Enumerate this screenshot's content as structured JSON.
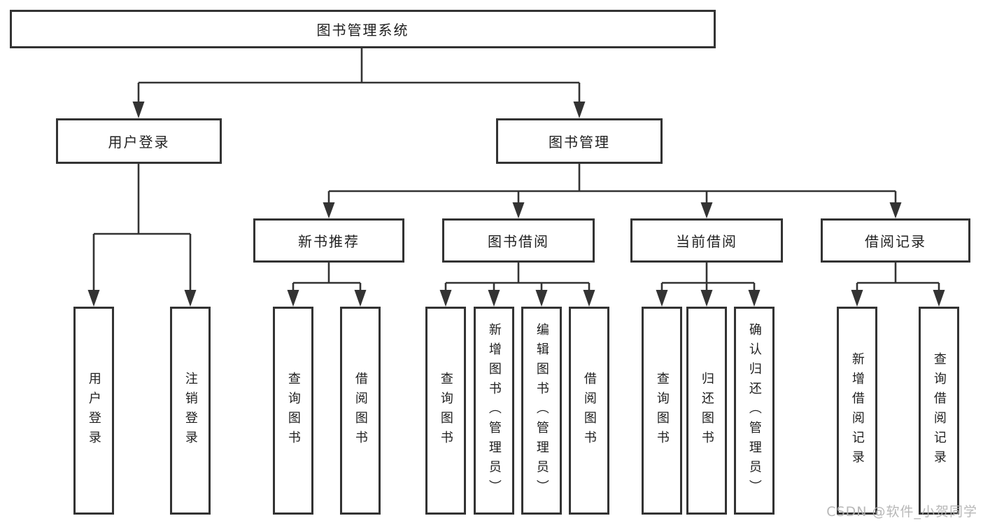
{
  "tree": {
    "root": {
      "label": "图书管理系统",
      "children": [
        {
          "label": "用户登录",
          "children": [
            {
              "label": "用户登录"
            },
            {
              "label": "注销登录"
            }
          ]
        },
        {
          "label": "图书管理",
          "children": [
            {
              "label": "新书推荐",
              "children": [
                {
                  "label": "查询图书"
                },
                {
                  "label": "借阅图书"
                }
              ]
            },
            {
              "label": "图书借阅",
              "children": [
                {
                  "label": "查询图书"
                },
                {
                  "label": "新增图书（管理员）"
                },
                {
                  "label": "编辑图书（管理员）"
                },
                {
                  "label": "借阅图书"
                }
              ]
            },
            {
              "label": "当前借阅",
              "children": [
                {
                  "label": "查询图书"
                },
                {
                  "label": "归还图书"
                },
                {
                  "label": "确认归还（管理员）"
                }
              ]
            },
            {
              "label": "借阅记录",
              "children": [
                {
                  "label": "新增借阅记录"
                },
                {
                  "label": "查询借阅记录"
                }
              ]
            }
          ]
        }
      ]
    }
  },
  "watermark": {
    "text": "CSDN @软件_小贺同学"
  },
  "colors": {
    "line": "#333333",
    "text": "#1f1f1f",
    "background": "#ffffff",
    "watermark": "#b2b2b2"
  }
}
